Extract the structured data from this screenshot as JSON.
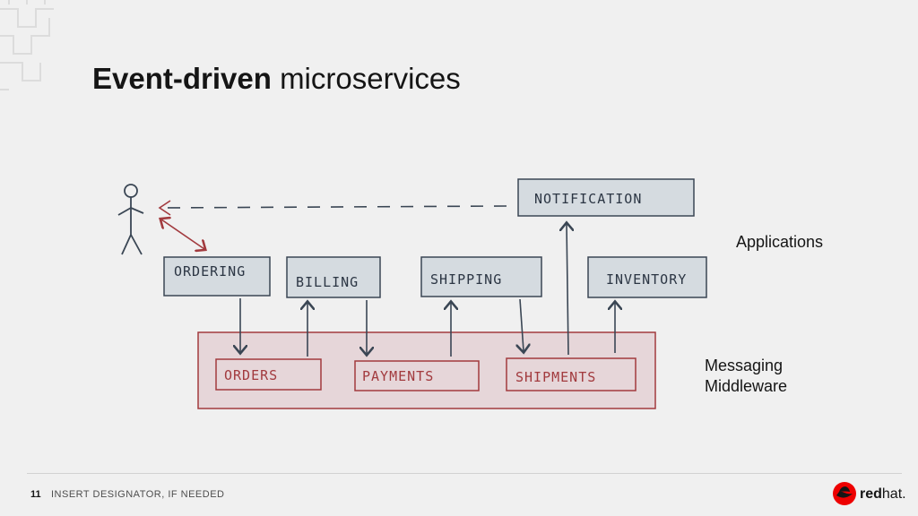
{
  "title": {
    "bold": "Event-driven",
    "light": "microservices"
  },
  "diagram": {
    "services": [
      "ORDERING",
      "BILLING",
      "SHIPPING",
      "INVENTORY"
    ],
    "notification": "NOTIFICATION",
    "topics": [
      "ORDERS",
      "PAYMENTS",
      "SHIPMENTS"
    ],
    "label_applications": "Applications",
    "label_messaging_line1": "Messaging",
    "label_messaging_line2": "Middleware",
    "colors": {
      "service_fill": "#d5dbe0",
      "ink": "#3a4654",
      "middleware_fill": "#e6d6d9",
      "middleware_ink": "#a23a3e"
    }
  },
  "footer": {
    "page_number": "11",
    "designator": "INSERT DESIGNATOR, IF NEEDED"
  },
  "logo": {
    "text_bold": "red",
    "text_light": "hat."
  }
}
